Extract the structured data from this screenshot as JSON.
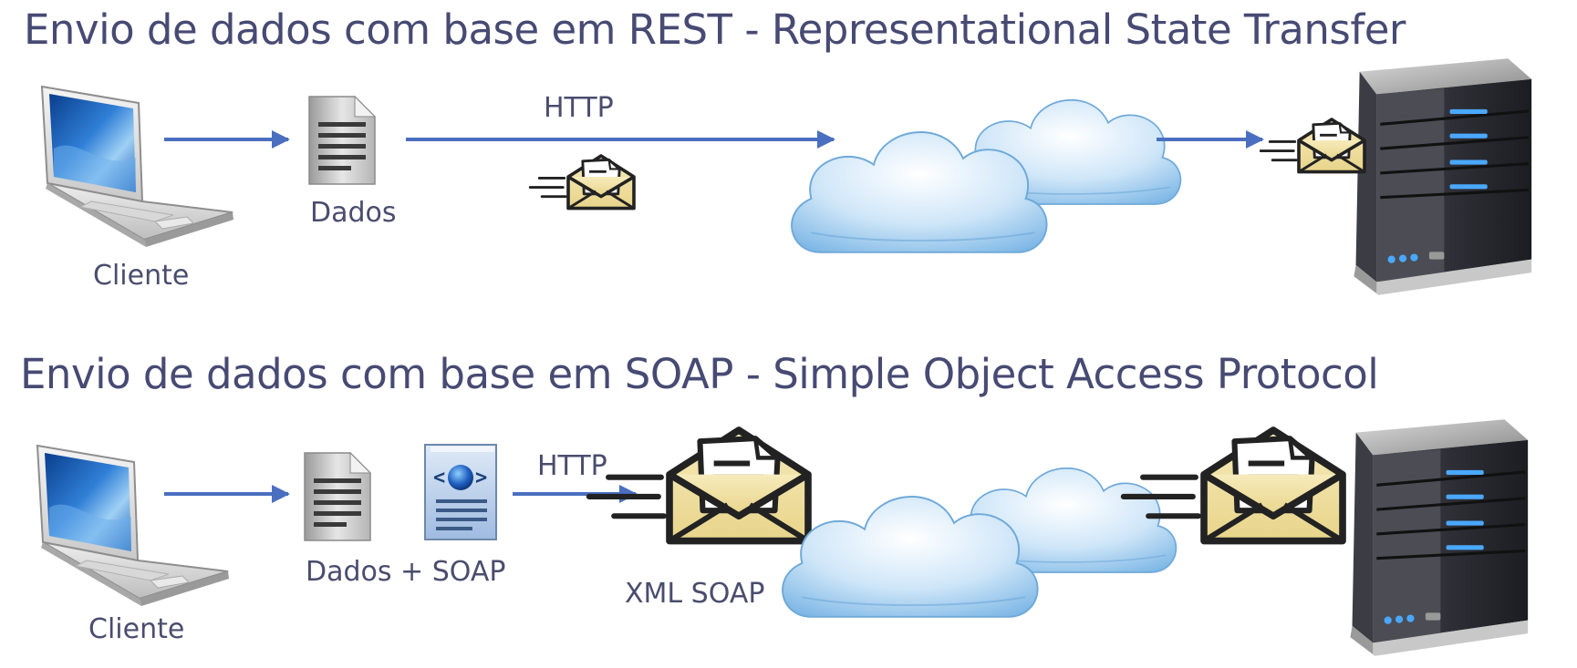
{
  "rest": {
    "title": "Envio de dados com base em REST - Representational State Transfer",
    "client_label": "Cliente",
    "data_label": "Dados",
    "protocol_label": "HTTP"
  },
  "soap": {
    "title": "Envio de dados com base em SOAP - Simple Object Access Protocol",
    "client_label": "Cliente",
    "data_label": "Dados + SOAP",
    "protocol_label": "HTTP",
    "message_label": "XML SOAP"
  },
  "colors": {
    "title": "#474a73",
    "arrow": "#4a6fc0",
    "envelope": "#f2e2a3",
    "cloud": "#8ec2ea",
    "server": "#2b2c33",
    "server_led": "#4aa8ff"
  }
}
